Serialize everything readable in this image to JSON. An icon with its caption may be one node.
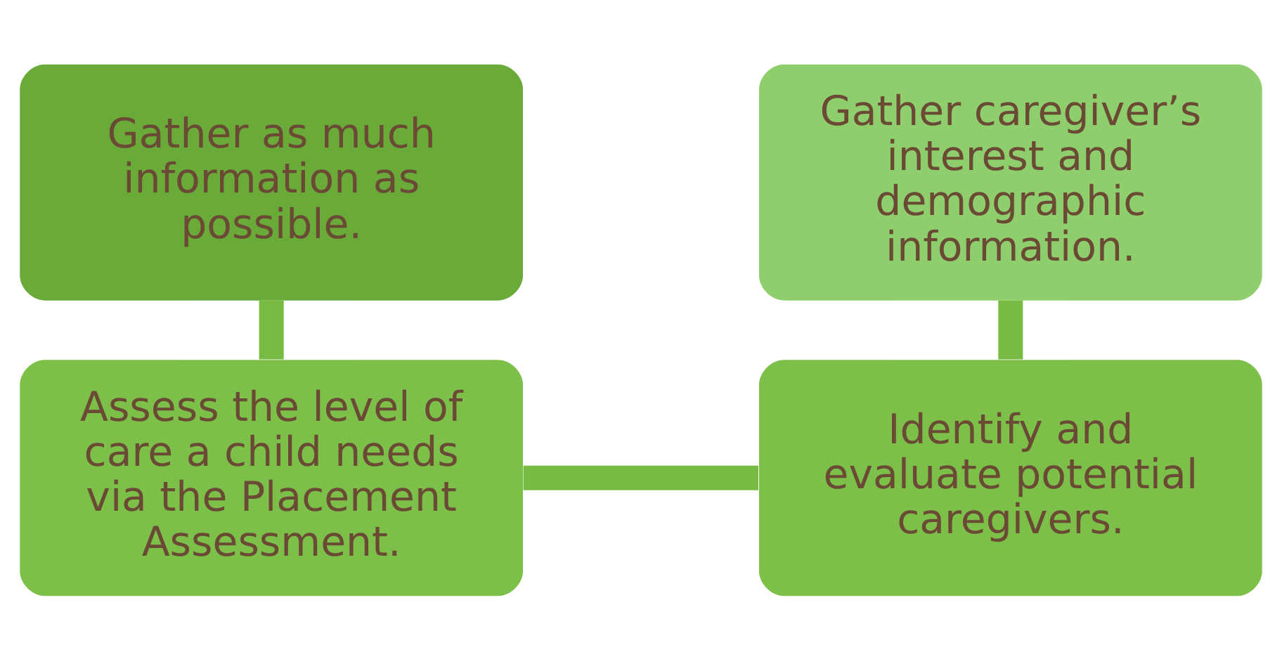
{
  "diagram": {
    "nodes": [
      {
        "text": [
          "Gather as much information as possible."
        ]
      },
      {
        "text": [
          "Assess the level of care a child needs via the Placement Assessment."
        ]
      },
      {
        "text": [
          "Gather caregiver’s interest and demographic information."
        ]
      },
      {
        "text": [
          "Identify and evaluate potential caregivers."
        ]
      }
    ],
    "edges": [
      {
        "from": 0,
        "to": 1,
        "arrow": "none"
      },
      {
        "from": 1,
        "to": 3,
        "arrow": "none"
      },
      {
        "from": 2,
        "to": 3,
        "arrow": "none"
      }
    ]
  }
}
